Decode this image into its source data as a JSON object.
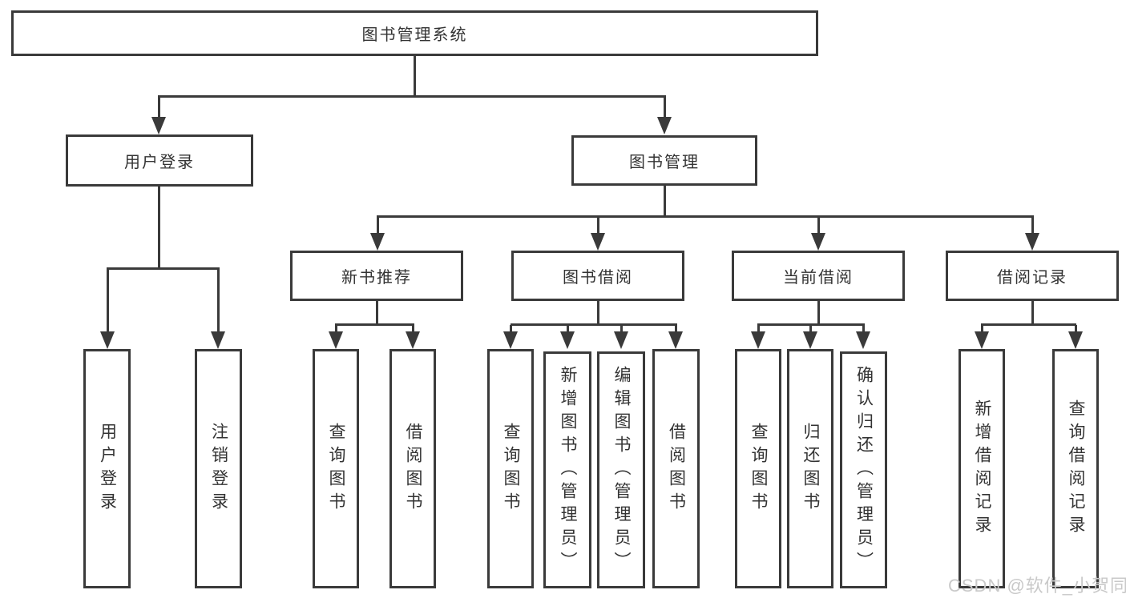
{
  "diagram": {
    "title_node": {
      "label": "图书管理系统"
    },
    "level2": [
      {
        "label": "用户登录"
      },
      {
        "label": "图书管理"
      }
    ],
    "level3": [
      {
        "label": "新书推荐"
      },
      {
        "label": "图书借阅"
      },
      {
        "label": "当前借阅"
      },
      {
        "label": "借阅记录"
      }
    ],
    "leaves": {
      "user_login": [
        "用户登录",
        "注销登录"
      ],
      "new_book_recommend": [
        "查询图书",
        "借阅图书"
      ],
      "book_borrow": [
        "查询图书",
        "新增图书（管理员）",
        "编辑图书（管理员）",
        "借阅图书"
      ],
      "current_borrow": [
        "查询图书",
        "归还图书",
        "确认归还（管理员）"
      ],
      "borrow_records": [
        "新增借阅记录",
        "查询借阅记录"
      ]
    }
  },
  "watermark": {
    "text": "CSDN @软件_小贺同学"
  },
  "colors": {
    "line": "#3a3a3a",
    "text": "#333333",
    "watermark": "#c9c9c9",
    "background": "#ffffff"
  }
}
